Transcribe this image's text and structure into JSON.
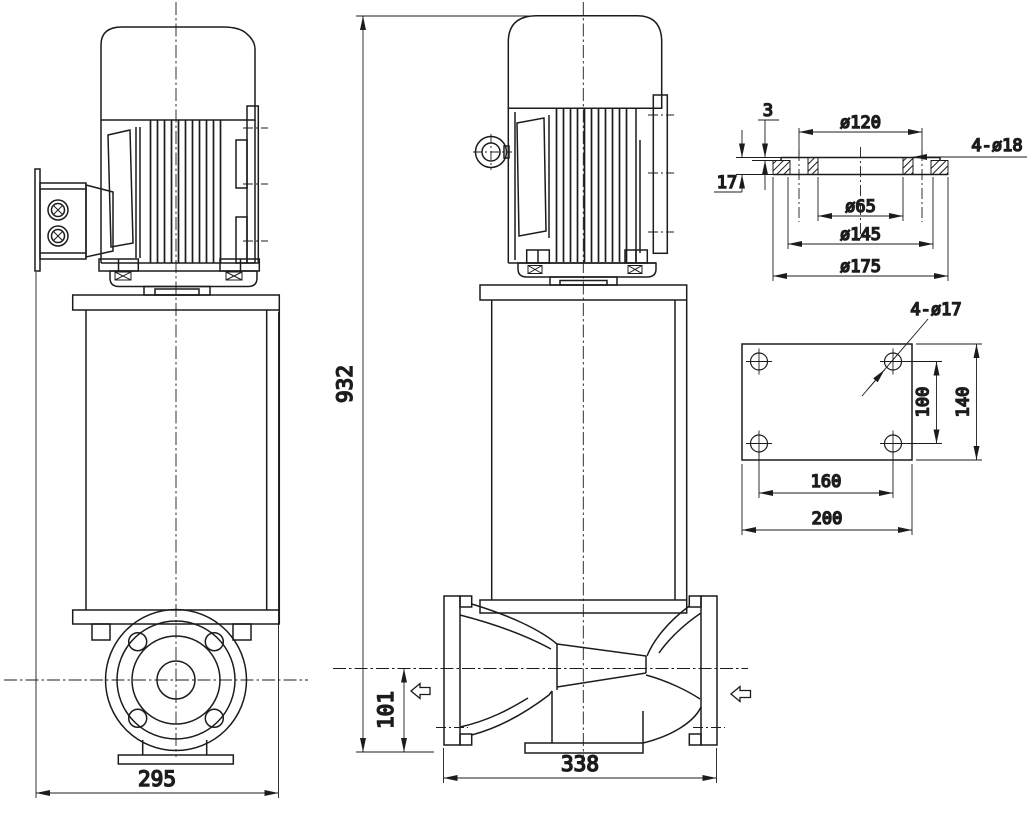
{
  "colors": {
    "line": "#1c1c1c",
    "background": "#ffffff"
  },
  "dims": {
    "side_width": "295",
    "overall_height": "932",
    "port_center_height": "101",
    "casing_length": "338",
    "flange_raised_face_height": "3",
    "flange_thickness": "17",
    "flange_bolt_circle": "ø120",
    "flange_bolt_holes": "4-ø18",
    "flange_bore": "ø65",
    "flange_raised_face_dia": "ø145",
    "flange_outer_dia": "ø175",
    "base_holes": "4-ø17",
    "base_hole_pitch_y": "100",
    "base_depth": "140",
    "base_hole_pitch_x": "160",
    "base_width": "200"
  }
}
